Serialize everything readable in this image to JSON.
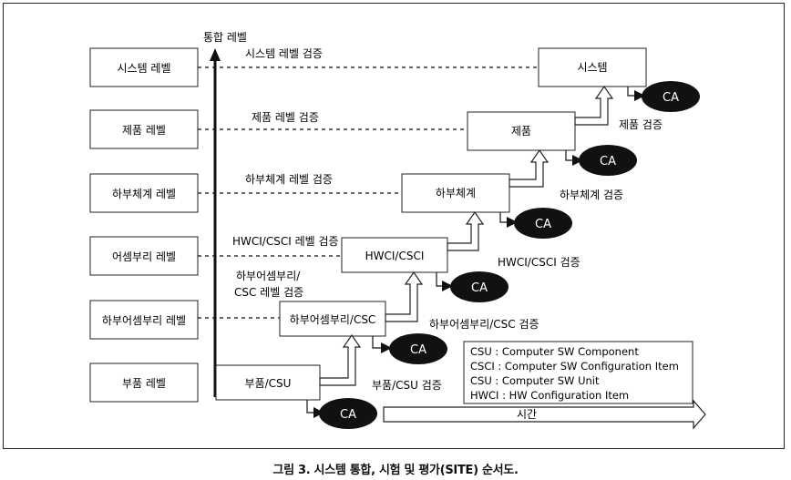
{
  "caption": "그림 3. 시스템 통합, 시험 및 평가(SITE) 순서도.",
  "axis": {
    "vertical_label": "통합 레벨",
    "horizontal_label": "시간"
  },
  "levels": [
    {
      "label": "시스템 레벨",
      "verification": "시스템 레벨 검증"
    },
    {
      "label": "제품 레벨",
      "verification": "제품 레벨 검증"
    },
    {
      "label": "하부체계 레벨",
      "verification": "하부체계 레벨 검증"
    },
    {
      "label": "어셈부리 레벨",
      "verification": "HWCI/CSCI 레벨 검증"
    },
    {
      "label": "하부어셈부리 레벨",
      "verification_line1": "하부어셈부리/",
      "verification_line2": "CSC 레벨 검증"
    },
    {
      "label": "부품 레벨"
    }
  ],
  "components": [
    {
      "label": "시스템"
    },
    {
      "label": "제품",
      "verification": "제품 검증"
    },
    {
      "label": "하부체계",
      "verification": "하부체계 검증"
    },
    {
      "label": "HWCI/CSCI",
      "verification": "HWCI/CSCI 검증"
    },
    {
      "label": "하부어셈부리/CSC",
      "verification": "하부어셈부리/CSC 검증"
    },
    {
      "label": "부품/CSU",
      "verification": "부품/CSU 검증"
    }
  ],
  "ca_label": "CA",
  "legend": [
    "CSU : Computer SW Component",
    "CSCI : Computer SW Configuration Item",
    "CSU : Computer SW Unit",
    "HWCI : HW Configuration Item"
  ]
}
